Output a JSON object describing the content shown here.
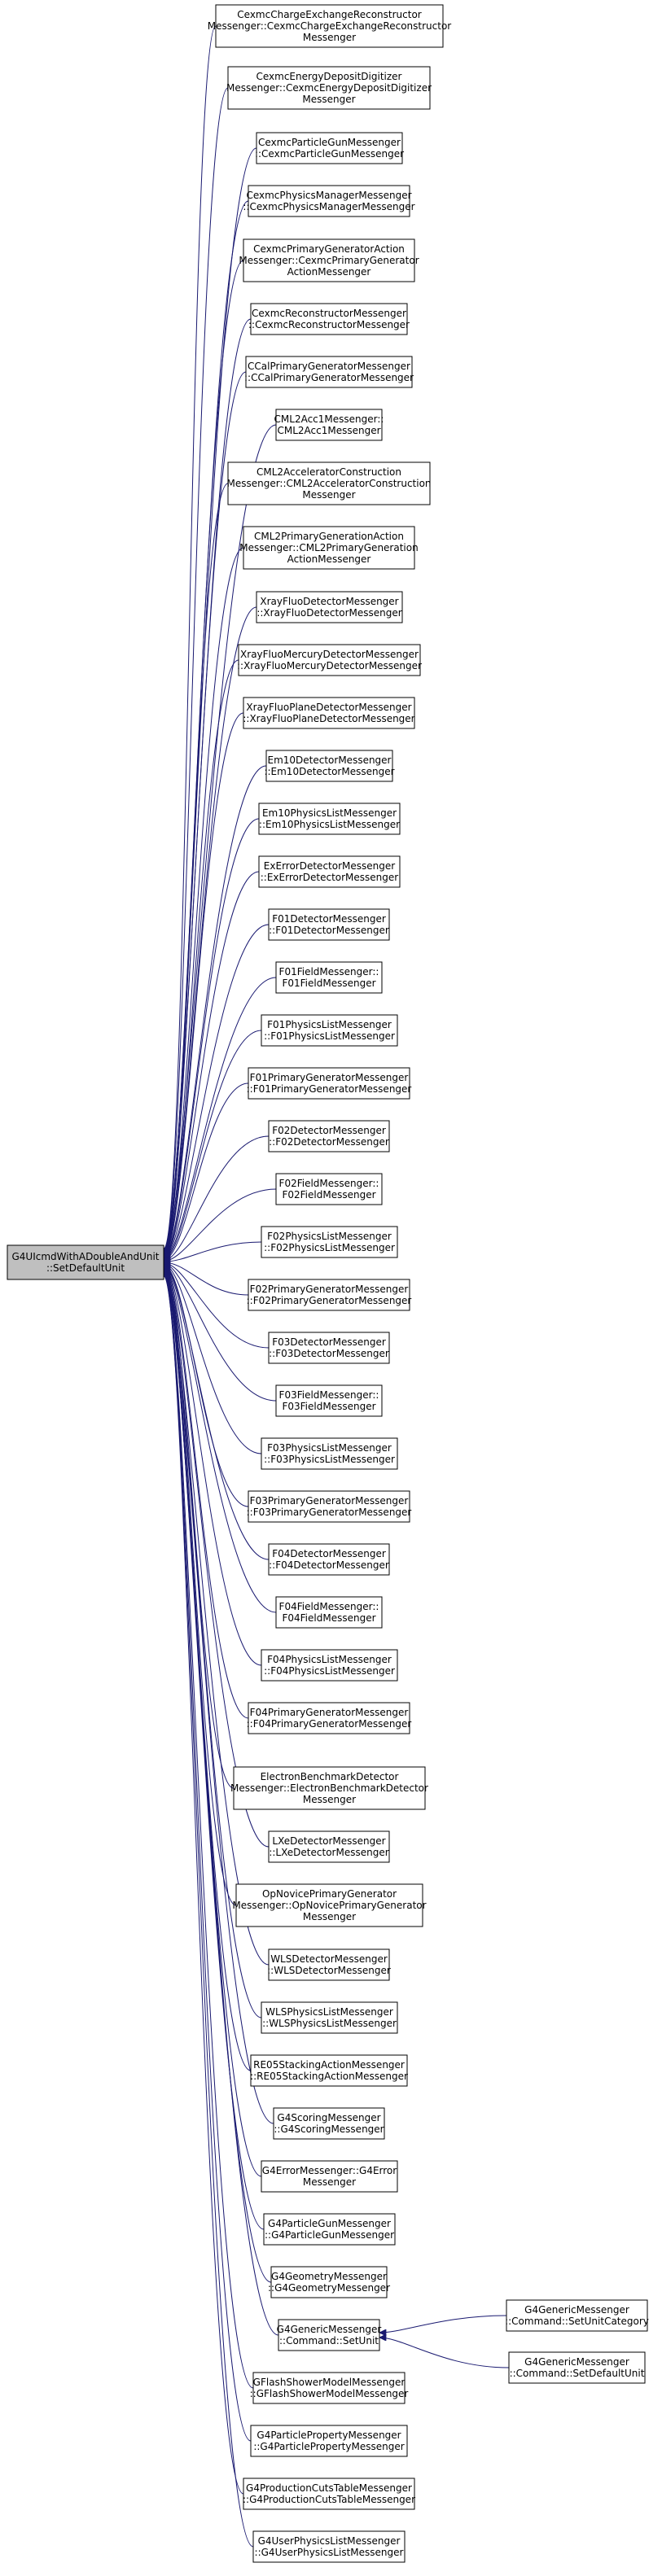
{
  "diagram": {
    "root": {
      "id": "root",
      "lines": [
        "G4UIcmdWithADoubleAndUnit",
        "::SetDefaultUnit"
      ]
    },
    "callers": [
      {
        "id": "n0",
        "lines": [
          "CexmcChargeExchangeReconstructor",
          "Messenger::CexmcChargeExchangeReconstructor",
          "Messenger"
        ]
      },
      {
        "id": "n1",
        "lines": [
          "CexmcEnergyDepositDigitizer",
          "Messenger::CexmcEnergyDepositDigitizer",
          "Messenger"
        ]
      },
      {
        "id": "n2",
        "lines": [
          "CexmcParticleGunMessenger",
          "::CexmcParticleGunMessenger"
        ]
      },
      {
        "id": "n3",
        "lines": [
          "CexmcPhysicsManagerMessenger",
          "::CexmcPhysicsManagerMessenger"
        ]
      },
      {
        "id": "n4",
        "lines": [
          "CexmcPrimaryGeneratorAction",
          "Messenger::CexmcPrimaryGenerator",
          "ActionMessenger"
        ]
      },
      {
        "id": "n5",
        "lines": [
          "CexmcReconstructorMessenger",
          "::CexmcReconstructorMessenger"
        ]
      },
      {
        "id": "n6",
        "lines": [
          "CCalPrimaryGeneratorMessenger",
          "::CCalPrimaryGeneratorMessenger"
        ]
      },
      {
        "id": "n7",
        "lines": [
          "CML2Acc1Messenger::",
          "CML2Acc1Messenger"
        ]
      },
      {
        "id": "n8",
        "lines": [
          "CML2AcceleratorConstruction",
          "Messenger::CML2AcceleratorConstruction",
          "Messenger"
        ]
      },
      {
        "id": "n9",
        "lines": [
          "CML2PrimaryGenerationAction",
          "Messenger::CML2PrimaryGeneration",
          "ActionMessenger"
        ]
      },
      {
        "id": "n10",
        "lines": [
          "XrayFluoDetectorMessenger",
          "::XrayFluoDetectorMessenger"
        ]
      },
      {
        "id": "n11",
        "lines": [
          "XrayFluoMercuryDetectorMessenger",
          "::XrayFluoMercuryDetectorMessenger"
        ]
      },
      {
        "id": "n12",
        "lines": [
          "XrayFluoPlaneDetectorMessenger",
          "::XrayFluoPlaneDetectorMessenger"
        ]
      },
      {
        "id": "n13",
        "lines": [
          "Em10DetectorMessenger",
          "::Em10DetectorMessenger"
        ]
      },
      {
        "id": "n14",
        "lines": [
          "Em10PhysicsListMessenger",
          "::Em10PhysicsListMessenger"
        ]
      },
      {
        "id": "n15",
        "lines": [
          "ExErrorDetectorMessenger",
          "::ExErrorDetectorMessenger"
        ]
      },
      {
        "id": "n16",
        "lines": [
          "F01DetectorMessenger",
          "::F01DetectorMessenger"
        ]
      },
      {
        "id": "n17",
        "lines": [
          "F01FieldMessenger::",
          "F01FieldMessenger"
        ]
      },
      {
        "id": "n18",
        "lines": [
          "F01PhysicsListMessenger",
          "::F01PhysicsListMessenger"
        ]
      },
      {
        "id": "n19",
        "lines": [
          "F01PrimaryGeneratorMessenger",
          "::F01PrimaryGeneratorMessenger"
        ]
      },
      {
        "id": "n20",
        "lines": [
          "F02DetectorMessenger",
          "::F02DetectorMessenger"
        ]
      },
      {
        "id": "n21",
        "lines": [
          "F02FieldMessenger::",
          "F02FieldMessenger"
        ]
      },
      {
        "id": "n22",
        "lines": [
          "F02PhysicsListMessenger",
          "::F02PhysicsListMessenger"
        ]
      },
      {
        "id": "n23",
        "lines": [
          "F02PrimaryGeneratorMessenger",
          "::F02PrimaryGeneratorMessenger"
        ]
      },
      {
        "id": "n24",
        "lines": [
          "F03DetectorMessenger",
          "::F03DetectorMessenger"
        ]
      },
      {
        "id": "n25",
        "lines": [
          "F03FieldMessenger::",
          "F03FieldMessenger"
        ]
      },
      {
        "id": "n26",
        "lines": [
          "F03PhysicsListMessenger",
          "::F03PhysicsListMessenger"
        ]
      },
      {
        "id": "n27",
        "lines": [
          "F03PrimaryGeneratorMessenger",
          "::F03PrimaryGeneratorMessenger"
        ]
      },
      {
        "id": "n28",
        "lines": [
          "F04DetectorMessenger",
          "::F04DetectorMessenger"
        ]
      },
      {
        "id": "n29",
        "lines": [
          "F04FieldMessenger::",
          "F04FieldMessenger"
        ]
      },
      {
        "id": "n30",
        "lines": [
          "F04PhysicsListMessenger",
          "::F04PhysicsListMessenger"
        ]
      },
      {
        "id": "n31",
        "lines": [
          "F04PrimaryGeneratorMessenger",
          "::F04PrimaryGeneratorMessenger"
        ]
      },
      {
        "id": "n32",
        "lines": [
          "ElectronBenchmarkDetector",
          "Messenger::ElectronBenchmarkDetector",
          "Messenger"
        ]
      },
      {
        "id": "n33",
        "lines": [
          "LXeDetectorMessenger",
          "::LXeDetectorMessenger"
        ]
      },
      {
        "id": "n34",
        "lines": [
          "OpNovicePrimaryGenerator",
          "Messenger::OpNovicePrimaryGenerator",
          "Messenger"
        ]
      },
      {
        "id": "n35",
        "lines": [
          "WLSDetectorMessenger",
          "::WLSDetectorMessenger"
        ]
      },
      {
        "id": "n36",
        "lines": [
          "WLSPhysicsListMessenger",
          "::WLSPhysicsListMessenger"
        ]
      },
      {
        "id": "n37",
        "lines": [
          "RE05StackingActionMessenger",
          "::RE05StackingActionMessenger"
        ]
      },
      {
        "id": "n38",
        "lines": [
          "G4ScoringMessenger",
          "::G4ScoringMessenger"
        ]
      },
      {
        "id": "n39",
        "lines": [
          "G4ErrorMessenger::G4Error",
          "Messenger"
        ]
      },
      {
        "id": "n40",
        "lines": [
          "G4ParticleGunMessenger",
          "::G4ParticleGunMessenger"
        ]
      },
      {
        "id": "n41",
        "lines": [
          "G4GeometryMessenger",
          "::G4GeometryMessenger"
        ]
      },
      {
        "id": "n42",
        "lines": [
          "G4GenericMessenger",
          "::Command::SetUnit"
        ]
      },
      {
        "id": "n43",
        "lines": [
          "GFlashShowerModelMessenger",
          "::GFlashShowerModelMessenger"
        ]
      },
      {
        "id": "n44",
        "lines": [
          "G4ParticlePropertyMessenger",
          "::G4ParticlePropertyMessenger"
        ]
      },
      {
        "id": "n45",
        "lines": [
          "G4ProductionCutsTableMessenger",
          "::G4ProductionCutsTableMessenger"
        ]
      },
      {
        "id": "n46",
        "lines": [
          "G4UserPhysicsListMessenger",
          "::G4UserPhysicsListMessenger"
        ]
      }
    ],
    "setunit_callers": [
      {
        "id": "s0",
        "lines": [
          "G4GenericMessenger",
          "::Command::SetUnitCategory"
        ]
      },
      {
        "id": "s1",
        "lines": [
          "G4GenericMessenger",
          "::Command::SetDefaultUnit"
        ]
      }
    ]
  }
}
